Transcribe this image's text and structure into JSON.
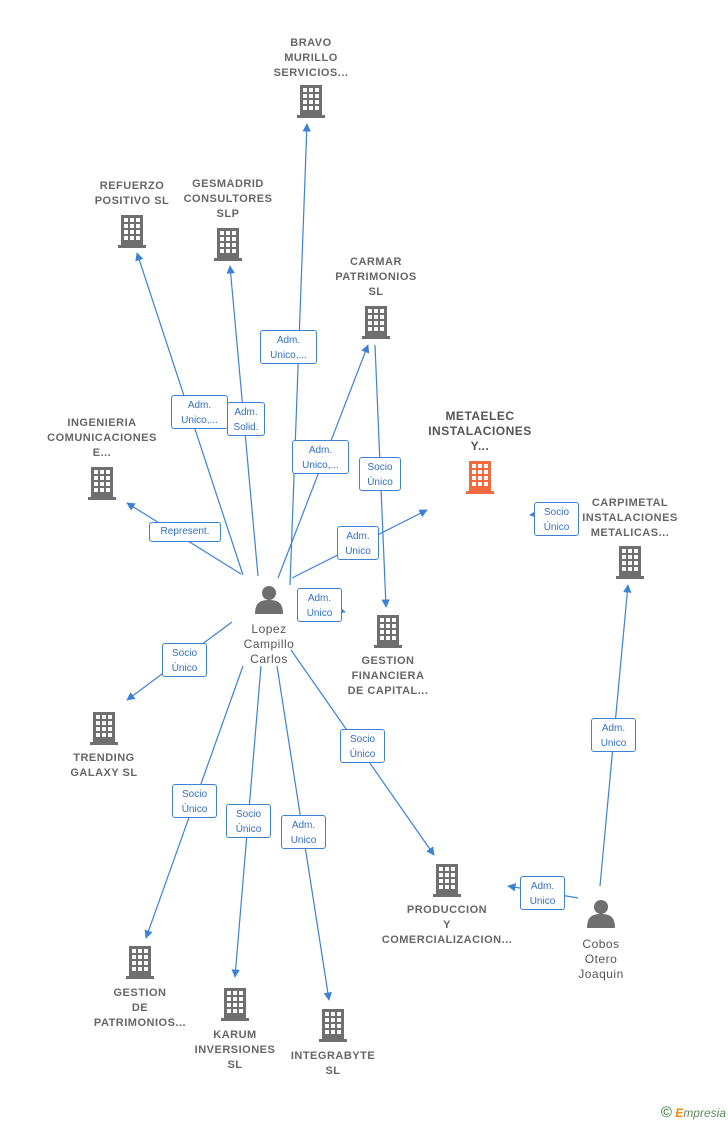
{
  "colors": {
    "edge": "#3b82d6",
    "building": "#6f6f6f",
    "focus": "#f26a3d",
    "person": "#6f6f6f"
  },
  "nodes": [
    {
      "id": "bravo",
      "label": "BRAVO\nMURILLO\nSERVICIOS...",
      "icon": "building-icon"
    },
    {
      "id": "refuerzo",
      "label": "REFUERZO\nPOSITIVO  SL",
      "icon": "building-icon"
    },
    {
      "id": "gesmadrid",
      "label": "GESMADRID\nCONSULTORES\nSLP",
      "icon": "building-icon"
    },
    {
      "id": "carmar",
      "label": "CARMAR\nPATRIMONIOS\nSL",
      "icon": "building-icon"
    },
    {
      "id": "metaelec",
      "label": "METAELEC\nINSTALACIONES\nY...",
      "icon": "building-icon",
      "focus": true
    },
    {
      "id": "ingenieria",
      "label": "INGENIERIA\nCOMUNICACIONES\nE...",
      "icon": "building-icon"
    },
    {
      "id": "carpimetal",
      "label": "CARPIMETAL\nINSTALACIONES\nMETALICAS...",
      "icon": "building-icon"
    },
    {
      "id": "lopez",
      "label": "Lopez\nCampillo\nCarlos",
      "icon": "person-icon"
    },
    {
      "id": "gestionfin",
      "label": "GESTION\nFINANCIERA\nDE CAPITAL...",
      "icon": "building-icon"
    },
    {
      "id": "trending",
      "label": "TRENDING\nGALAXY  SL",
      "icon": "building-icon"
    },
    {
      "id": "produccion",
      "label": "PRODUCCION\nY\nCOMERCIALIZACION...",
      "icon": "building-icon"
    },
    {
      "id": "cobos",
      "label": "Cobos\nOtero\nJoaquin",
      "icon": "person-icon"
    },
    {
      "id": "gestionpat",
      "label": "GESTION\nDE\nPATRIMONIOS...",
      "icon": "building-icon"
    },
    {
      "id": "karum",
      "label": "KARUM\nINVERSIONES\nSL",
      "icon": "building-icon"
    },
    {
      "id": "integrabyte",
      "label": "INTEGRABYTE\nSL",
      "icon": "building-icon"
    }
  ],
  "edges": [
    {
      "from": "lopez",
      "to": "bravo",
      "label": "Adm.\nUnico,..."
    },
    {
      "from": "lopez",
      "to": "refuerzo",
      "label": "Adm.\nUnico,..."
    },
    {
      "from": "lopez",
      "to": "gesmadrid",
      "label": "Adm.\nSolid."
    },
    {
      "from": "lopez",
      "to": "carmar",
      "label": "Adm.\nUnico,..."
    },
    {
      "from": "carmar",
      "to": "gestionfin",
      "label": "Socio\nÚnico"
    },
    {
      "from": "lopez",
      "to": "metaelec",
      "label": "Adm.\nUnico"
    },
    {
      "from": "lopez",
      "to": "ingenieria",
      "label": "Represent."
    },
    {
      "from": "lopez",
      "to": "gestionfin",
      "label": "Adm.\nUnico"
    },
    {
      "from": "lopez",
      "to": "trending",
      "label": "Socio\nÚnico"
    },
    {
      "from": "lopez",
      "to": "gestionpat",
      "label": "Socio\nÚnico"
    },
    {
      "from": "lopez",
      "to": "karum",
      "label": "Socio\nÚnico"
    },
    {
      "from": "lopez",
      "to": "integrabyte",
      "label": "Adm.\nUnico"
    },
    {
      "from": "lopez",
      "to": "produccion",
      "label": "Socio\nÚnico"
    },
    {
      "from": "cobos",
      "to": "produccion",
      "label": "Adm.\nUnico"
    },
    {
      "from": "cobos",
      "to": "carpimetal",
      "label": "Adm.\nUnico"
    },
    {
      "from": "carpimetal",
      "to": "metaelec",
      "label": "Socio\nÚnico"
    }
  ],
  "footer": {
    "symbol": "©",
    "brand_initial": "E",
    "brand_rest": "mpresia"
  }
}
